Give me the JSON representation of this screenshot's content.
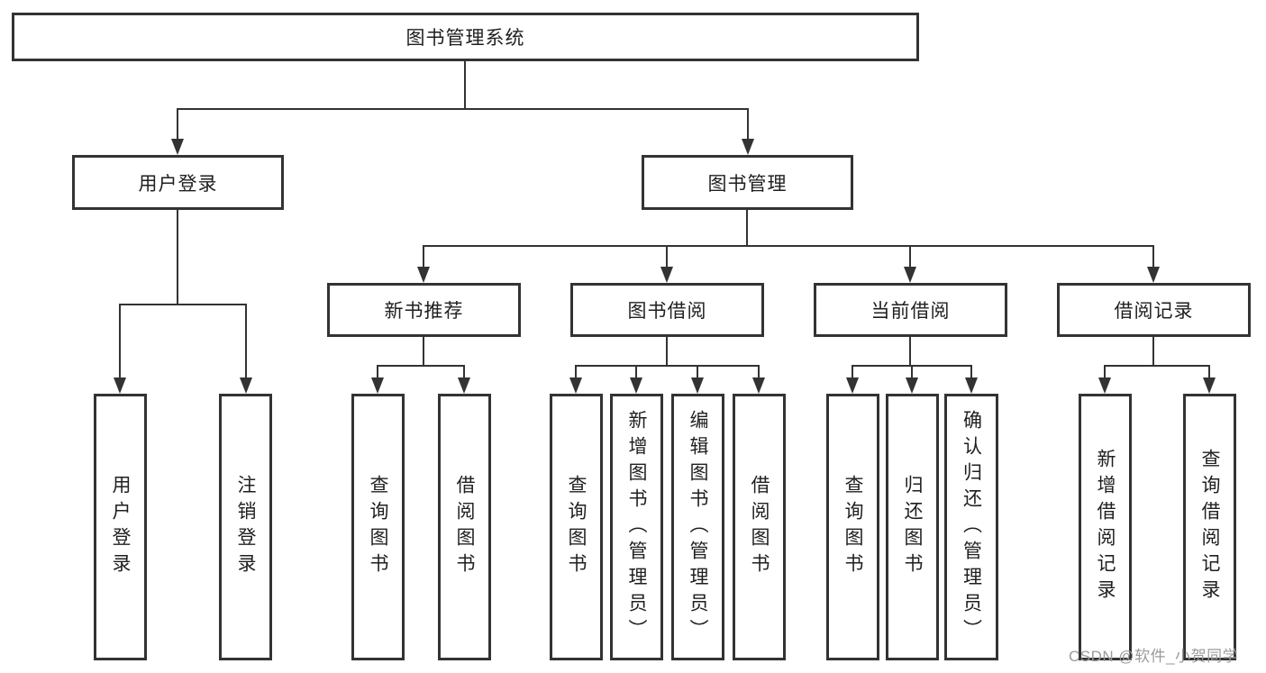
{
  "diagram": {
    "title": "图书管理系统",
    "colors": {
      "line": "#333333",
      "text": "#1f1f1f",
      "watermark_text": "#9b9b9b",
      "background": "#ffffff"
    },
    "nodes": {
      "root": {
        "label": "图书管理系统"
      },
      "login": {
        "label": "用户登录"
      },
      "mgmt": {
        "label": "图书管理"
      },
      "rec": {
        "label": "新书推荐"
      },
      "borrow": {
        "label": "图书借阅"
      },
      "current": {
        "label": "当前借阅"
      },
      "records": {
        "label": "借阅记录"
      },
      "login_user": {
        "label": "用户登录"
      },
      "login_logout": {
        "label": "注销登录"
      },
      "rec_query": {
        "label": "查询图书"
      },
      "rec_borrow": {
        "label": "借阅图书"
      },
      "bor_query": {
        "label": "查询图书"
      },
      "bor_add": {
        "label": "新增图书（管理员）"
      },
      "bor_edit": {
        "label": "编辑图书（管理员）"
      },
      "bor_borrow": {
        "label": "借阅图书"
      },
      "cur_query": {
        "label": "查询图书"
      },
      "cur_return": {
        "label": "归还图书"
      },
      "cur_confirm": {
        "label": "确认归还（管理员）"
      },
      "rcd_add": {
        "label": "新增借阅记录"
      },
      "rcd_query": {
        "label": "查询借阅记录"
      }
    },
    "watermark": "CSDN @软件_小贺同学"
  }
}
